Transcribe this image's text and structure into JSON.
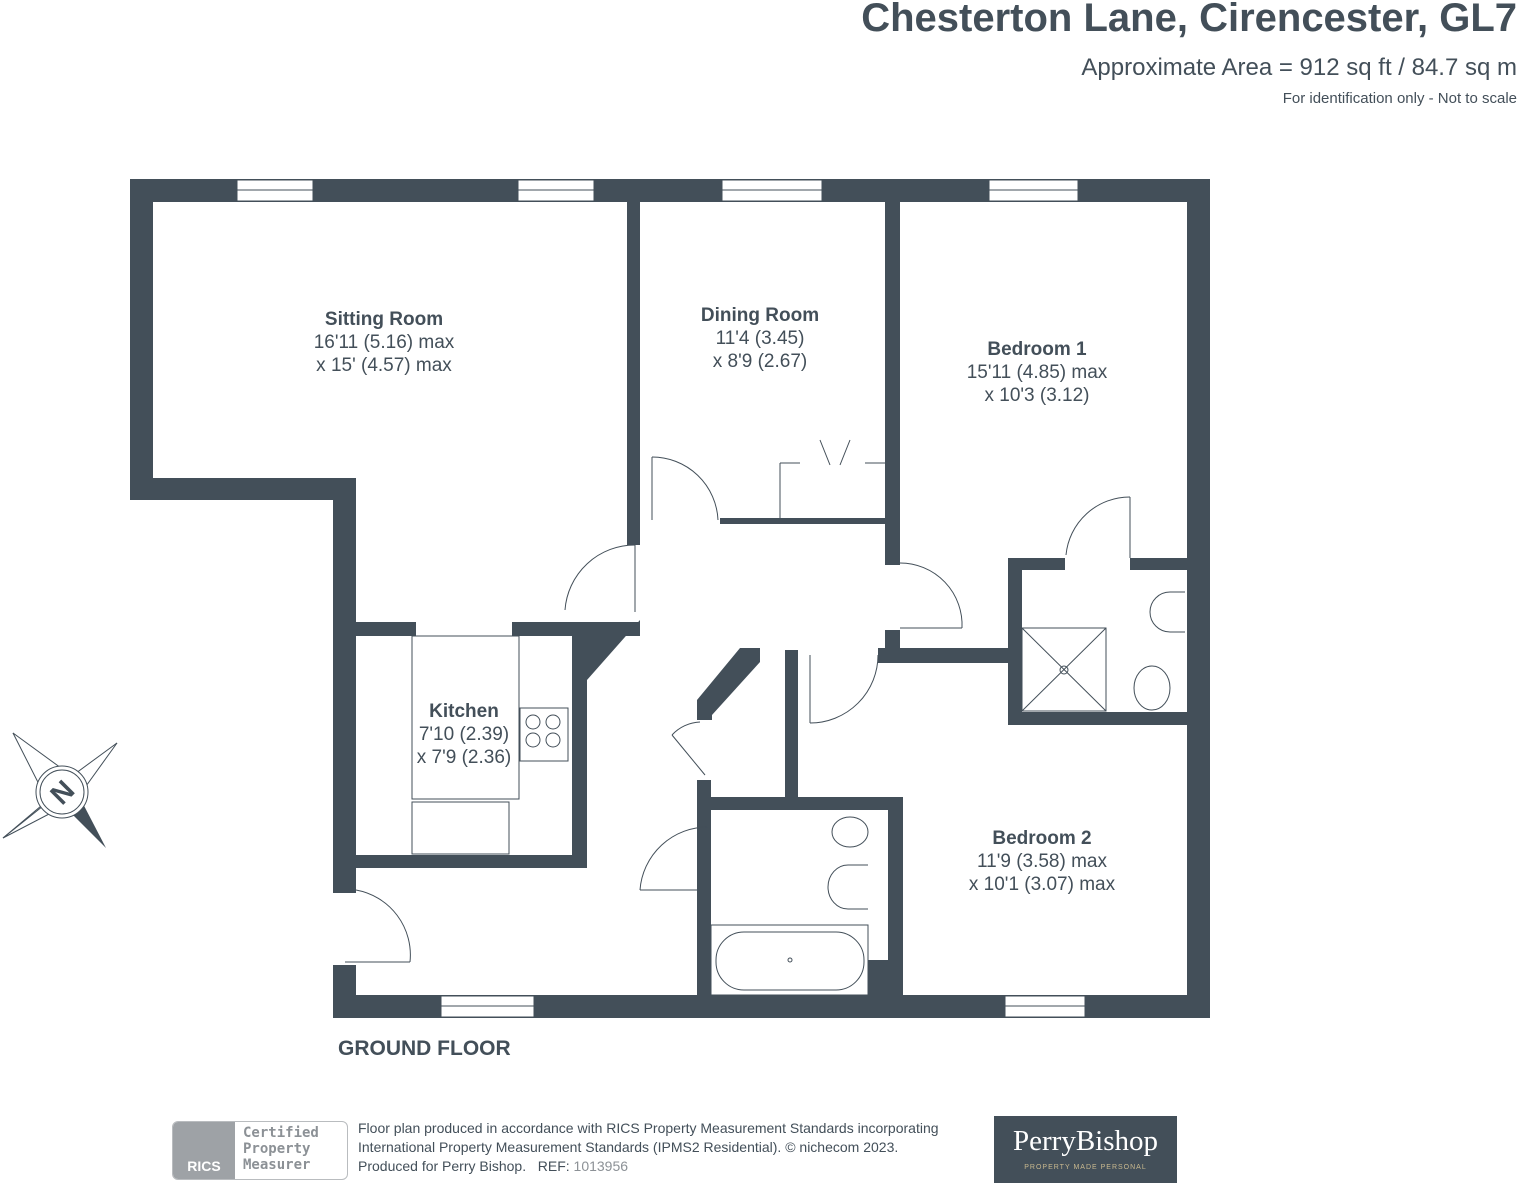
{
  "header": {
    "title": "Chesterton Lane, Cirencester, GL7",
    "area": "Approximate Area = 912 sq ft / 84.7 sq m",
    "note": "For identification only - Not to scale"
  },
  "rooms": [
    {
      "name": "Sitting Room",
      "dim1": "16'11 (5.16) max",
      "dim2": "x 15' (4.57) max"
    },
    {
      "name": "Dining Room",
      "dim1": "11'4 (3.45)",
      "dim2": "x 8'9 (2.67)"
    },
    {
      "name": "Bedroom 1",
      "dim1": "15'11 (4.85) max",
      "dim2": "x 10'3 (3.12)"
    },
    {
      "name": "Kitchen",
      "dim1": "7'10 (2.39)",
      "dim2": "x 7'9 (2.36)"
    },
    {
      "name": "Bedroom 2",
      "dim1": "11'9 (3.58) max",
      "dim2": "x 10'1 (3.07) max"
    }
  ],
  "floor_label": "GROUND FLOOR",
  "compass": {
    "letter": "N",
    "wall_color": "#434f59"
  },
  "footer": {
    "rics_logo": "RICS",
    "rics_badge": [
      "Certified",
      "Property",
      "Measurer"
    ],
    "legal_lines": [
      "Floor plan produced in accordance with RICS Property Measurement Standards incorporating",
      "International Property Measurement Standards (IPMS2 Residential).   © nichecom 2023.",
      "Produced for Perry Bishop.   REF: "
    ],
    "ref": "1013956",
    "brand": "PerryBishop",
    "tagline": "PROPERTY MADE PERSONAL"
  }
}
